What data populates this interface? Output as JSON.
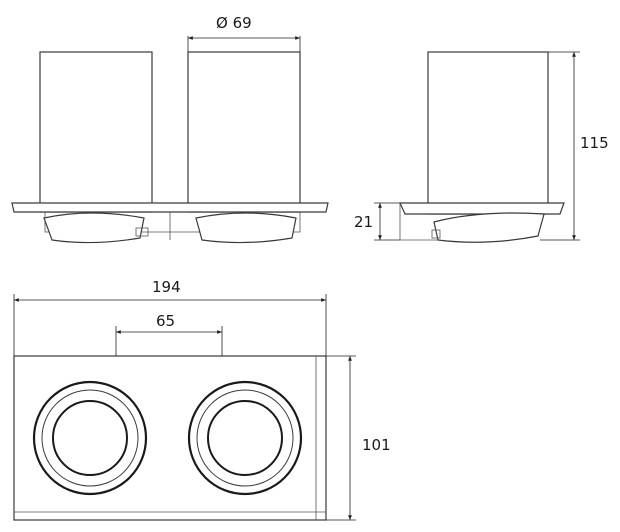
{
  "dimensions": {
    "cup_diameter": "Ø 69",
    "total_height": "115",
    "shelf_height": "21",
    "total_width": "194",
    "cup_spacing": "65",
    "depth": "101"
  }
}
